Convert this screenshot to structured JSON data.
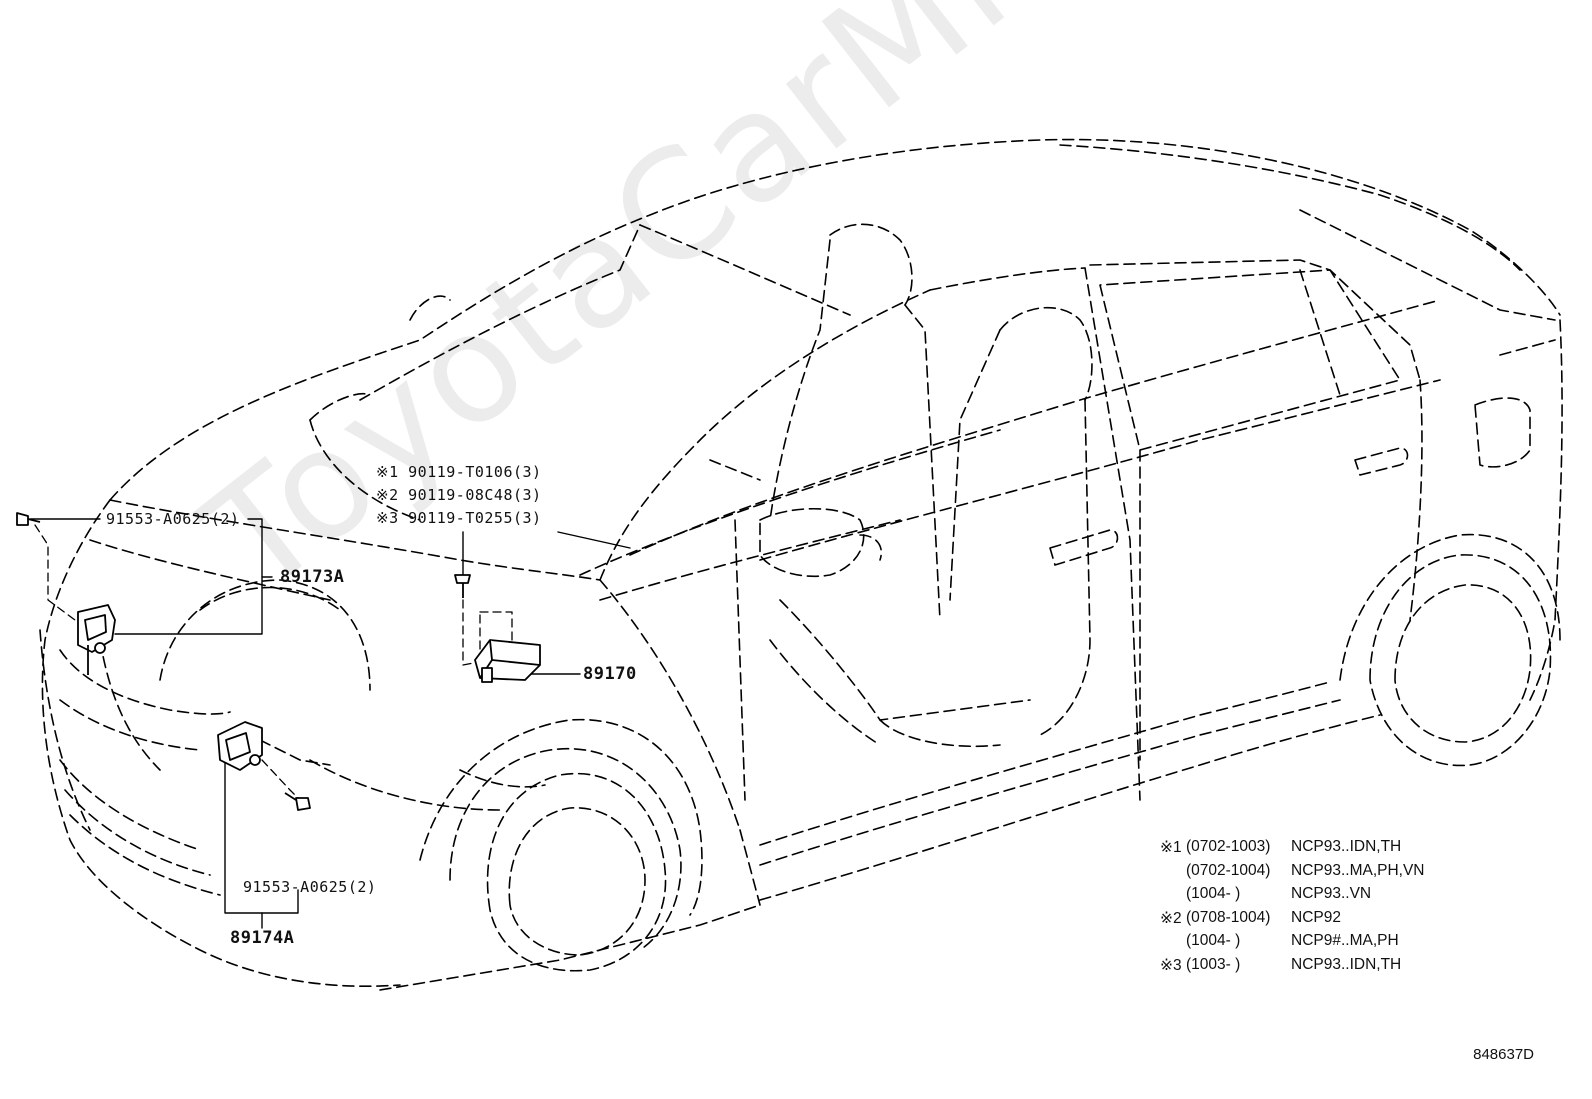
{
  "watermark": "ToyotaCarMine.ru",
  "callouts": {
    "bolt_top_left": "91553-A0625(2)",
    "sensor_left": "89173A",
    "screw_1": "※1 90119-T0106(3)",
    "screw_2": "※2 90119-08C48(3)",
    "screw_3": "※3 90119-T0255(3)",
    "airbag_ecu": "89170",
    "bolt_lower": "91553-A0625(2)",
    "sensor_right": "89174A"
  },
  "notes": [
    {
      "mark": "※1",
      "range": "(0702-1003)",
      "models": "NCP93..IDN,TH"
    },
    {
      "mark": "",
      "range": "(0702-1004)",
      "models": "NCP93..MA,PH,VN"
    },
    {
      "mark": "",
      "range": "(1004-        )",
      "models": "NCP93..VN"
    },
    {
      "mark": "※2",
      "range": "(0708-1004)",
      "models": "NCP92"
    },
    {
      "mark": "",
      "range": "(1004-        )",
      "models": "NCP9#..MA,PH"
    },
    {
      "mark": "※3",
      "range": "(1003-        )",
      "models": "NCP93..IDN,TH"
    }
  ],
  "diagram_id": "848637D"
}
